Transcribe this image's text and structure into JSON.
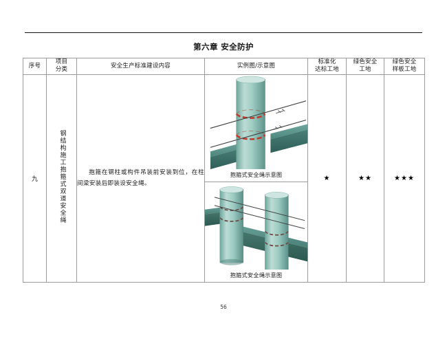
{
  "document": {
    "chapter_title": "第六章  安全防护",
    "page_number": "56"
  },
  "table": {
    "headers": {
      "serial": "序号",
      "category_line1": "项目",
      "category_line2": "分类",
      "content": "安全生产标准建设内容",
      "figure": "实例图/示意图",
      "rating1_line1": "标准化",
      "rating1_line2": "达标工地",
      "rating2_line1": "绿色安全",
      "rating2_line2": "工地",
      "rating3_line1": "绿色安全",
      "rating3_line2": "样板工地"
    },
    "rows": [
      {
        "serial": "九",
        "category": "钢结构施工抱箍式双道安全绳",
        "content": "抱箍在钢柱或构件吊装前安装到位，在柱间梁安装后即装设安全绳。",
        "figures": [
          {
            "caption": "抱箍式安全绳示意图"
          },
          {
            "caption": "抱箍式安全绳示意图"
          }
        ],
        "rating_standardized": "★",
        "rating_green": "★★",
        "rating_green_model": "★★★"
      }
    ]
  },
  "colors": {
    "column_fill": "#8fc0b8",
    "column_fill_light": "#b9dad3",
    "column_fill_dark": "#5f9a90",
    "beam_fill": "#49837a",
    "beam_fill_dark": "#356760",
    "hoop_red": "#c0392b",
    "rope_line": "#555555",
    "table_border": "#9a9a9a",
    "text": "#1a1a1a"
  }
}
